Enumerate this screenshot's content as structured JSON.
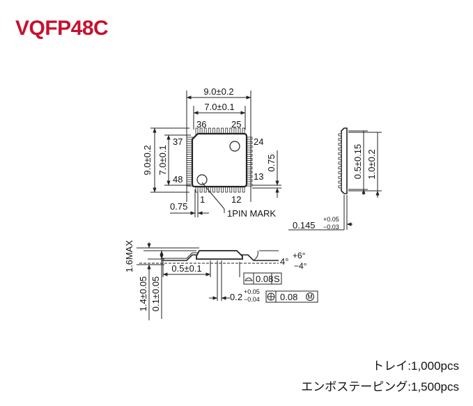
{
  "title": "VQFP48C",
  "colors": {
    "title": "#c8102e",
    "line": "#222222"
  },
  "top_view": {
    "outer_width": "9.0±0.2",
    "body_width": "7.0±0.1",
    "outer_height": "9.0±0.2",
    "body_height": "7.0±0.1",
    "pin_36": "36",
    "pin_25": "25",
    "pin_37": "37",
    "pin_24": "24",
    "pin_48": "48",
    "pin_13": "13",
    "pin_1": "1",
    "pin_12": "12",
    "pitch_side": "0.75",
    "pitch_bottom": "0.75",
    "pin_mark": "1PIN MARK"
  },
  "side_view": {
    "lead_length": "0.5±0.15",
    "lead_span": "1.0±0.2",
    "thickness_main": "0.145",
    "thickness_plus": "+0.05",
    "thickness_minus": "−0.03"
  },
  "front_view": {
    "max_height": "1.6MAX",
    "body_height": "1.4±0.05",
    "standoff": "0.1±0.05",
    "foot_length": "0.5±0.1",
    "angle_main": "4°",
    "angle_plus": "+6°",
    "angle_minus": "−4°",
    "flatness": "0.08",
    "flatness_ref": "S",
    "lead_width_main": "0.2",
    "lead_width_plus": "+0.05",
    "lead_width_minus": "−0.04",
    "position_tol": "0.08",
    "position_mod": "M"
  },
  "packing": {
    "tray": "トレイ:1,000pcs",
    "emboss": "エンボステーピング:1,500pcs"
  }
}
